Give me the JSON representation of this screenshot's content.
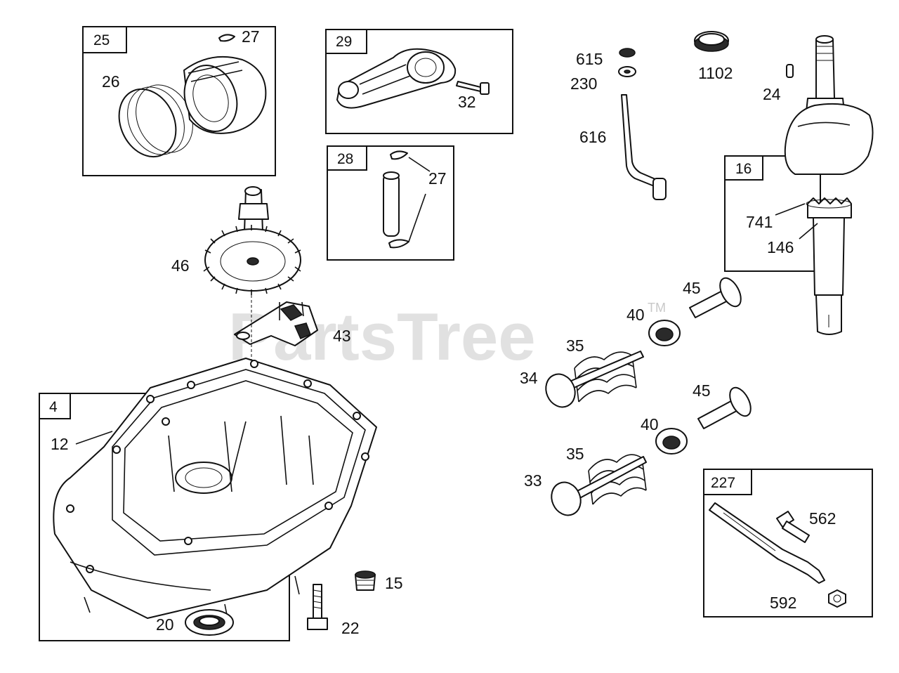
{
  "diagram": {
    "watermark": "PartsTree",
    "watermark_tm": "TM",
    "groups": {
      "g25": "25",
      "g29": "29",
      "g28": "28",
      "g16": "16",
      "g4": "4",
      "g227": "227"
    },
    "callouts": {
      "c27a": "27",
      "c26": "26",
      "c32": "32",
      "c27b": "27",
      "c615": "615",
      "c230": "230",
      "c1102": "1102",
      "c24": "24",
      "c616": "616",
      "c741": "741",
      "c146": "146",
      "c46": "46",
      "c43": "43",
      "c45a": "45",
      "c40a": "40",
      "c35a": "35",
      "c34": "34",
      "c45b": "45",
      "c40b": "40",
      "c35b": "35",
      "c33": "33",
      "c12": "12",
      "c15": "15",
      "c20": "20",
      "c22": "22",
      "c562": "562",
      "c592": "592"
    }
  }
}
